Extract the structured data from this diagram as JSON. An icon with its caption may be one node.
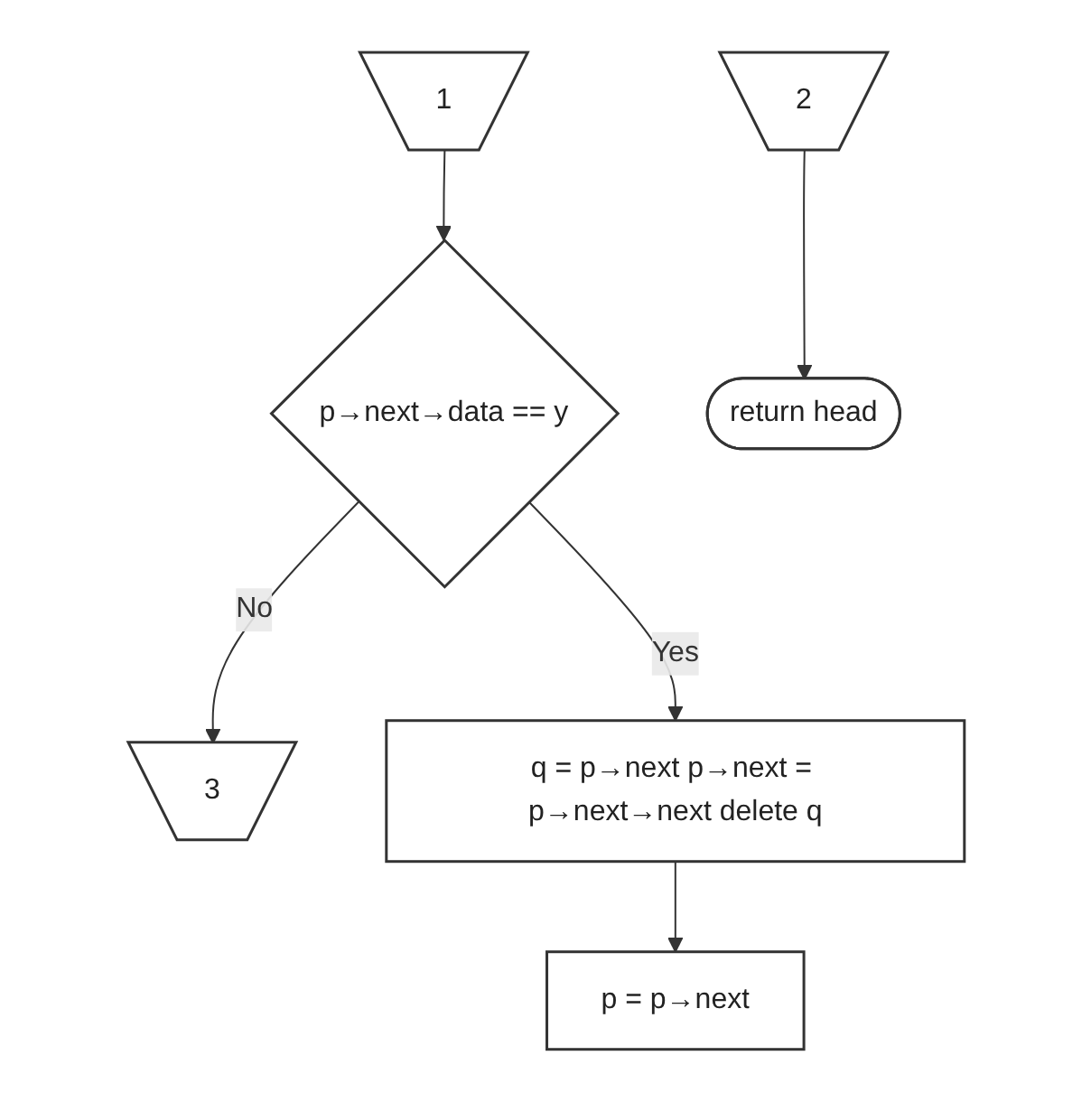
{
  "diagram": {
    "nodes": [
      {
        "text": [
          "2"
        ]
      },
      {
        "text": [
          "1"
        ]
      },
      {
        "text": [
          "3"
        ]
      },
      {
        "text": [
          "p→next→data == y"
        ]
      },
      {
        "text": [
          "q = p→next p→next = p→next→next delete q"
        ]
      },
      {
        "text": [
          "p = p→next"
        ]
      },
      {
        "text": [
          "return head"
        ]
      }
    ],
    "edges": [
      {
        "from": 1,
        "to": 3,
        "arrow": "to"
      },
      {
        "from": 3,
        "to": 2,
        "label": "No",
        "arrow": "to"
      },
      {
        "from": 3,
        "to": 4,
        "label": "Yes",
        "arrow": "to"
      },
      {
        "from": 4,
        "to": 5,
        "arrow": "to"
      },
      {
        "from": 0,
        "to": 6,
        "arrow": "to"
      }
    ]
  }
}
